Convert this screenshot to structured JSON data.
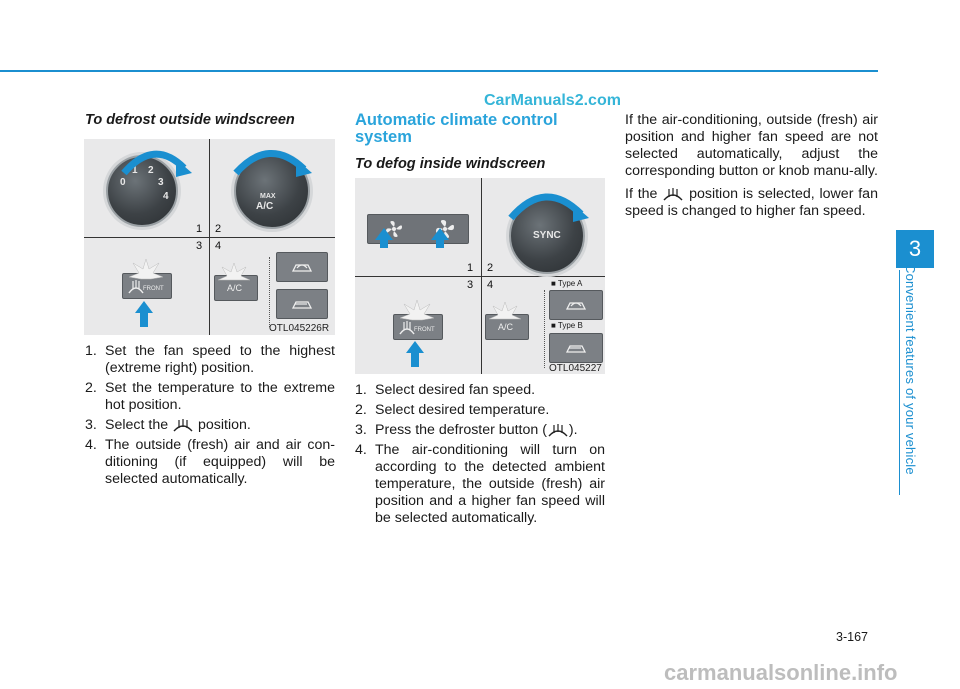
{
  "watermark_top": "CarManuals2.com",
  "left": {
    "heading": "To defrost outside windscreen",
    "figure_code": "OTL045226R",
    "knob_left_numbers": [
      "0",
      "1",
      "2",
      "3",
      "4"
    ],
    "knob_right_max": "MAX",
    "knob_right_ac": "A/C",
    "quadrant_labels": [
      "1",
      "2",
      "3",
      "4"
    ],
    "front_label": "FRONT",
    "ac_label": "A/C",
    "steps": [
      {
        "num": "1.",
        "text": "Set the fan speed to the highest (extreme right) position."
      },
      {
        "num": "2.",
        "text": "Set the temperature to the extreme hot position."
      },
      {
        "num": "3.",
        "text_before": "Select the",
        "text_after": "position."
      },
      {
        "num": "4.",
        "text": "The outside (fresh) air and air con-ditioning (if equipped) will be selected automatically."
      }
    ]
  },
  "middle": {
    "heading": "Automatic climate control system",
    "subheading": "To defog inside windscreen",
    "figure_code": "OTL045227",
    "sync_label": "SYNC",
    "quadrant_labels": [
      "1",
      "2",
      "3",
      "4"
    ],
    "type_a": "■ Type A",
    "type_b": "■ Type B",
    "front_label": "FRONT",
    "ac_label": "A/C",
    "steps": [
      {
        "num": "1.",
        "text": "Select desired fan speed."
      },
      {
        "num": "2.",
        "text": "Select desired temperature."
      },
      {
        "num": "3.",
        "text_before": "Press the defroster button (",
        "text_after": ")."
      },
      {
        "num": "4.",
        "text": "The air-conditioning will turn on according to the detected ambient temperature, the outside (fresh) air position and a higher fan speed will be selected automatically."
      }
    ]
  },
  "right": {
    "para1": "If the air-conditioning, outside (fresh) air position and higher fan speed are not selected automatically, adjust the corresponding button or knob manu-ally.",
    "para2_before": "If the",
    "para2_after": "position is selected, lower fan speed is changed to higher fan speed."
  },
  "side": {
    "chapter": "3",
    "chapter_title": "Convenient features of your vehicle"
  },
  "page_number": "3-167",
  "footer_watermark": "carmanualsonline.info",
  "colors": {
    "accent": "#1b8fd0",
    "heading_blue": "#2aa4db",
    "arrow": "#1a8fd0"
  }
}
